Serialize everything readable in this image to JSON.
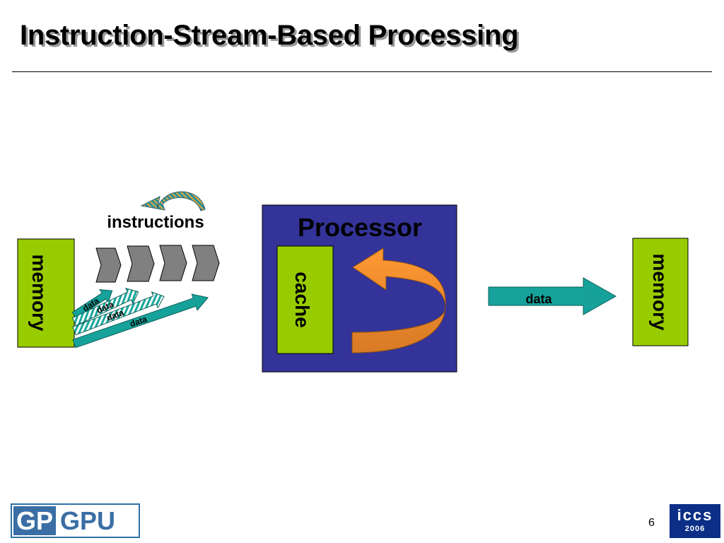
{
  "slide": {
    "title": "Instruction-Stream-Based Processing",
    "page_number": "6"
  },
  "diagram": {
    "instructions_label": "instructions",
    "processor_label": "Processor",
    "cache_label": "cache",
    "left_memory_label": "memory",
    "right_memory_label": "memory",
    "data_arrow_labels": [
      "data",
      "data",
      "data",
      "data"
    ],
    "output_data_label": "data"
  },
  "logos": {
    "left": {
      "block": "GP",
      "text": "GPU"
    },
    "right": {
      "line1": "iccs",
      "line2": "2006"
    }
  },
  "colors": {
    "memory_green": "#99cc00",
    "processor_blue": "#333399",
    "instruction_gray": "#808080",
    "data_teal": "#16a29a",
    "loop_orange": "#ff9933"
  }
}
